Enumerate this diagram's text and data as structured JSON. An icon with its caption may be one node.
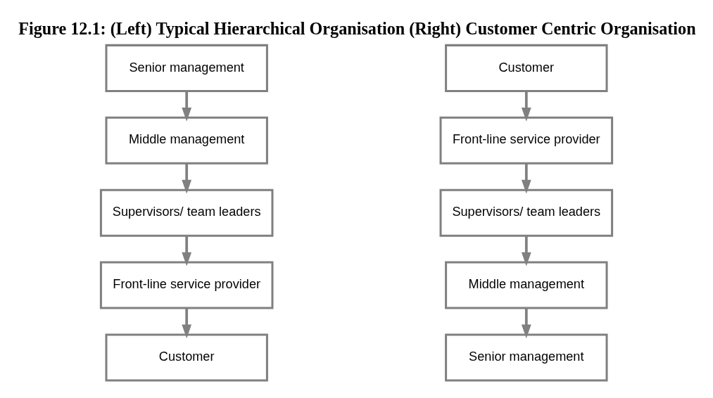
{
  "diagram": {
    "title": "Figure 12.1: (Left) Typical Hierarchical Organisation (Right) Customer Centric Organisation",
    "nodes": [
      {
        "text": [
          "Senior management"
        ]
      },
      {
        "text": [
          "Middle management"
        ]
      },
      {
        "text": [
          "Supervisors/ team leaders"
        ]
      },
      {
        "text": [
          "Front-line service provider"
        ]
      },
      {
        "text": [
          "Customer"
        ]
      },
      {
        "text": [
          "Customer"
        ]
      },
      {
        "text": [
          "Front-line service provider"
        ]
      },
      {
        "text": [
          "Supervisors/ team leaders"
        ]
      },
      {
        "text": [
          "Middle management"
        ]
      },
      {
        "text": [
          "Senior management"
        ]
      }
    ],
    "edges": [
      {
        "from": 0,
        "to": 1,
        "arrow": "to"
      },
      {
        "from": 1,
        "to": 2,
        "arrow": "to"
      },
      {
        "from": 2,
        "to": 3,
        "arrow": "to"
      },
      {
        "from": 3,
        "to": 4,
        "arrow": "to"
      },
      {
        "from": 5,
        "to": 6,
        "arrow": "to"
      },
      {
        "from": 6,
        "to": 7,
        "arrow": "to"
      },
      {
        "from": 7,
        "to": 8,
        "arrow": "to"
      },
      {
        "from": 8,
        "to": 9,
        "arrow": "to"
      }
    ]
  }
}
